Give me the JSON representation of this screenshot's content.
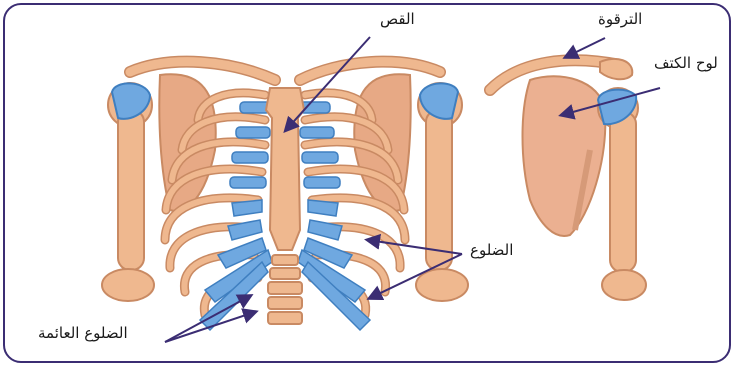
{
  "labels": {
    "sternum": "القص",
    "clavicle": "الترقوة",
    "scapula": "لوح الكتف",
    "ribs": "الضلوع",
    "floating_ribs": "الضلوع العائمة"
  },
  "colors": {
    "border": "#3b2d73",
    "bone": "#efb88f",
    "bone_dark": "#c98a63",
    "cartilage": "#6fa8e0",
    "pointer": "#3b2d73"
  }
}
